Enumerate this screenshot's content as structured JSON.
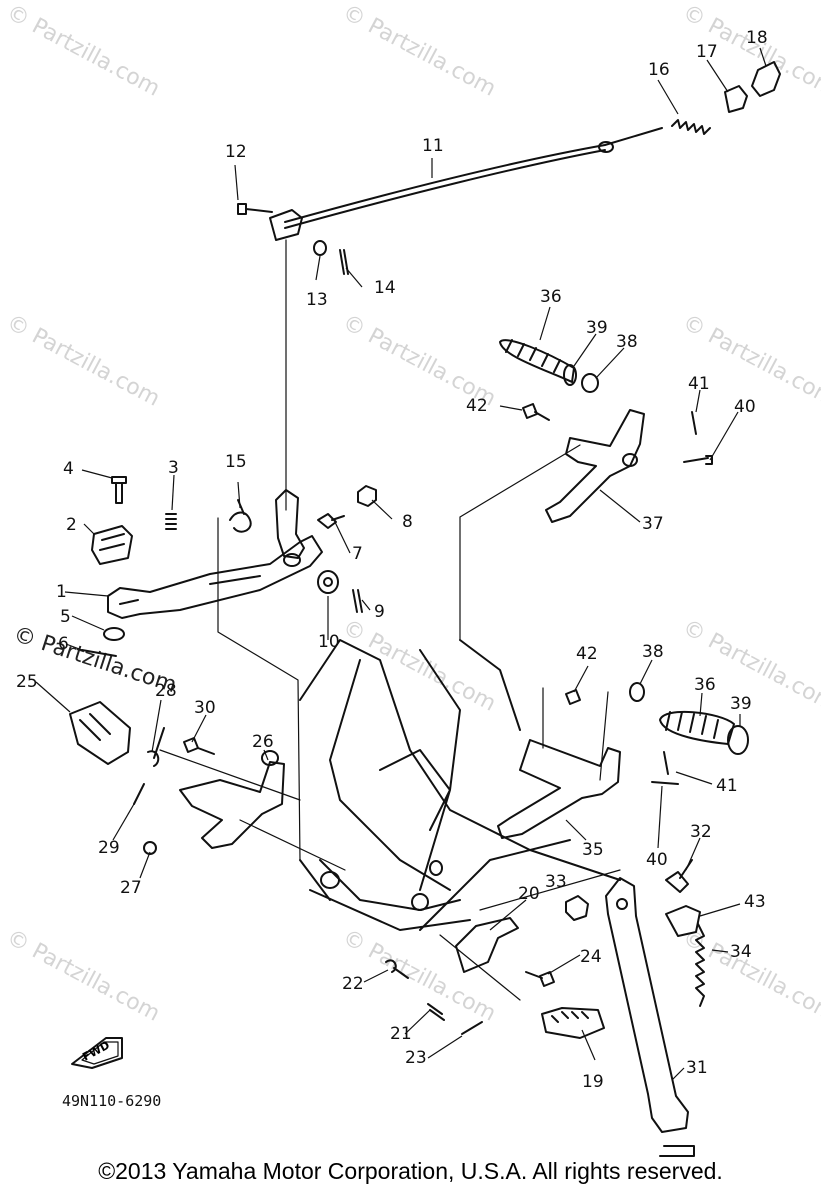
{
  "watermark": "© Partzilla.com",
  "callouts": [
    "1",
    "2",
    "3",
    "4",
    "5",
    "6",
    "7",
    "8",
    "9",
    "10",
    "11",
    "12",
    "13",
    "14",
    "15",
    "16",
    "17",
    "18",
    "19",
    "20",
    "21",
    "22",
    "23",
    "24",
    "25",
    "26",
    "27",
    "28",
    "29",
    "30",
    "31",
    "32",
    "33",
    "34",
    "35",
    "36",
    "36",
    "37",
    "38",
    "38",
    "39",
    "39",
    "40",
    "40",
    "41",
    "41",
    "42",
    "42",
    "43"
  ],
  "fwd_label": "FWD",
  "diagram_code": "49N110-6290",
  "copyright": "©2013 Yamaha Motor Corporation, U.S.A. All rights reserved."
}
